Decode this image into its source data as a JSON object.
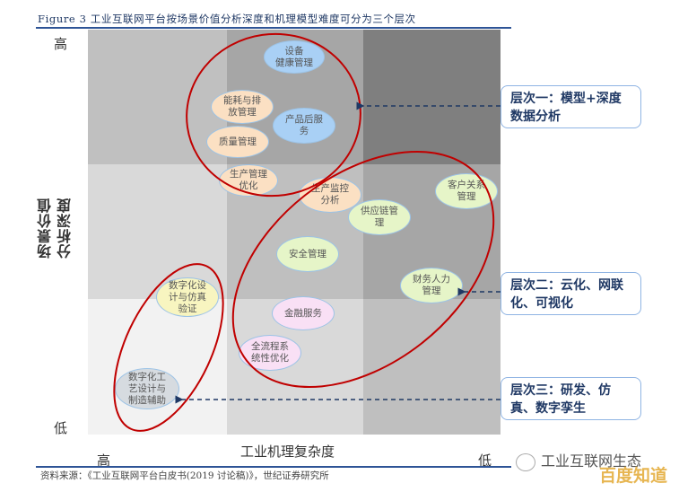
{
  "figure": {
    "title": "Figure 3 工业互联网平台按场景价值分析深度和机理模型难度可分为三个层次",
    "source": "资料来源：《工业互联网平台白皮书(2019 讨论稿)》，世纪证券研究所"
  },
  "axes": {
    "y_label": "场景价值分析深度",
    "y_high": "高",
    "y_low": "低",
    "x_label": "工业机理复杂度",
    "x_high": "高",
    "x_low": "低"
  },
  "grid": {
    "colors": [
      [
        "#c0c0c0",
        "#a6a6a6",
        "#7f7f7f"
      ],
      [
        "#d9d9d9",
        "#bfbfbf",
        "#a6a6a6"
      ],
      [
        "#f2f2f2",
        "#d9d9d9",
        "#bfbfbf"
      ]
    ]
  },
  "nodes": [
    {
      "id": "equipment-health",
      "text": "设备\n健康管理",
      "color": "blue",
      "level": 1
    },
    {
      "id": "energy-emission",
      "text": "能耗与排\n放管理",
      "color": "peach",
      "level": 1
    },
    {
      "id": "after-sales",
      "text": "产品后服\n务",
      "color": "blue",
      "level": 1
    },
    {
      "id": "quality",
      "text": "质量管理",
      "color": "peach",
      "level": 1
    },
    {
      "id": "production-opt",
      "text": "生产管理\n优化",
      "color": "peach",
      "level": 1
    },
    {
      "id": "production-monitor",
      "text": "生产监控\n分析",
      "color": "peach",
      "level": 2
    },
    {
      "id": "supply-chain",
      "text": "供应链管\n理",
      "color": "green",
      "level": 2
    },
    {
      "id": "crm",
      "text": "客户关系\n管理",
      "color": "green",
      "level": 2
    },
    {
      "id": "safety",
      "text": "安全管理",
      "color": "green",
      "level": 2
    },
    {
      "id": "finance-hr",
      "text": "财务人力\n管理",
      "color": "green",
      "level": 2
    },
    {
      "id": "financial-service",
      "text": "金融服务",
      "color": "pink",
      "level": 2
    },
    {
      "id": "full-process",
      "text": "全流程系\n统性优化",
      "color": "pink",
      "level": 2
    },
    {
      "id": "digital-design",
      "text": "数字化设\n计与仿真\n验证",
      "color": "yellow",
      "level": 3
    },
    {
      "id": "digital-process",
      "text": "数字化工\n艺设计与\n制造辅助",
      "color": "grey",
      "level": 3
    }
  ],
  "callouts": [
    {
      "level": 1,
      "text": "层次一：模型+深度数据分析"
    },
    {
      "level": 2,
      "text": "层次二：云化、网联化、可视化"
    },
    {
      "level": 3,
      "text": "层次三：研发、仿真、数字孪生"
    }
  ],
  "colors": {
    "ellipse": "#c00000",
    "arrow": "#1f3864",
    "callout_border": "#8fb4e3",
    "watermark_baidu": "#e7b652"
  },
  "watermark": {
    "wechat": "工业互联网生态",
    "baidu": "百度知道"
  }
}
